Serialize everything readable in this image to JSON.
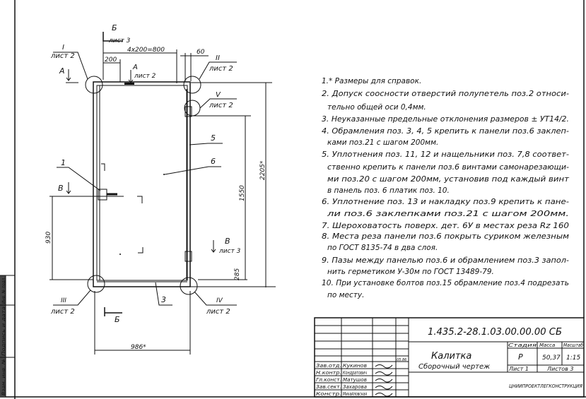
{
  "drawing": {
    "callouts": {
      "b_top": "Б",
      "b_top_sheet": "лист 3",
      "i_label": "I",
      "i_sheet": "лист 2",
      "ii_label": "II",
      "ii_sheet": "лист 2",
      "v_label": "V",
      "v_sheet": "лист 2",
      "iii_label": "III",
      "iii_sheet": "лист 2",
      "iv_label": "IV",
      "iv_sheet": "лист 2",
      "a_left": "А",
      "a_top": "А",
      "a_top_sheet": "лист 2",
      "v_left": "В",
      "v_right": "В",
      "v_right_sheet": "лист 3",
      "b_bottom": "Б"
    },
    "dimensions": {
      "pitch": "4x200=800",
      "first": "200",
      "edge": "60",
      "height_total": "2205*",
      "height_mid": "1550",
      "height_930": "930",
      "height_285": "285",
      "width": "986*"
    },
    "positions": {
      "p1": "1",
      "p3": "3",
      "p5": "5",
      "p6": "6"
    }
  },
  "notes": [
    "1.* Размеры для справок.",
    "2. Допуск соосности отверстий полупетель поз.2 относи-",
    "тельно общей оси 0,4мм.",
    "3. Неуказанные предельные отклонения размеров ± УТ14/2.",
    "4. Обрамления поз. 3, 4, 5 крепить к панели поз.6 заклеп-",
    "ками поз.21 с шагом 200мм.",
    "5. Уплотнения поз. 11, 12 и нащельники поз. 7,8 соответ-",
    "ственно крепить к панели поз.6 винтами самонарезающи-",
    "ми поз.20 с шагом 200мм, установив под каждый винт",
    "в панель поз. 6 платик поз. 10.",
    "6. Уплотнение поз. 13 и накладку поз.9 крепить к пане-",
    "ли поз.6 заклепками поз.21 с шагом 200мм.",
    "7. Шероховатость поверх. дет. 6У в местах реза Rz 160",
    "8. Места реза панели поз.6 покрыть суриком железным",
    "по ГОСТ 8135-74 в два слоя.",
    "9. Пазы между панелью поз.6 и обрамлением поз.3 запол-",
    "нить герметиком У-30м по ГОСТ 13489-79.",
    "10. При установке болтов поз.15 обрамление поз.4 подрезать",
    "по месту."
  ],
  "title_block": {
    "designation": "1.435.2-28.1.03.00.00.00 СБ",
    "name": "Калитка",
    "doc_type": "Сборочный чертеж",
    "stage_label": "Стадия",
    "mass_label": "Масса",
    "scale_label": "Масштаб",
    "stage": "Р",
    "mass": "50,37",
    "scale": "1:15",
    "sheet": "Лист 1",
    "sheets": "Листов 3",
    "organization": "ЦНИИПРОЕКТЛЕГКОНСТРУКЦИЯ",
    "signatures": [
      {
        "role": "Зав.отд.",
        "name": "Кукинов"
      },
      {
        "role": "Н.контр.",
        "name": "Кондратович"
      },
      {
        "role": "Гл.конст.",
        "name": "Матушов"
      },
      {
        "role": "Зав.сект.",
        "name": "Захарова"
      },
      {
        "role": "Констр.",
        "name": "Михайловская"
      }
    ],
    "date": "05.86"
  },
  "side_stamp": [
    "Инв. № подл.",
    "Подпись и дата",
    "Взам. инв. №"
  ]
}
